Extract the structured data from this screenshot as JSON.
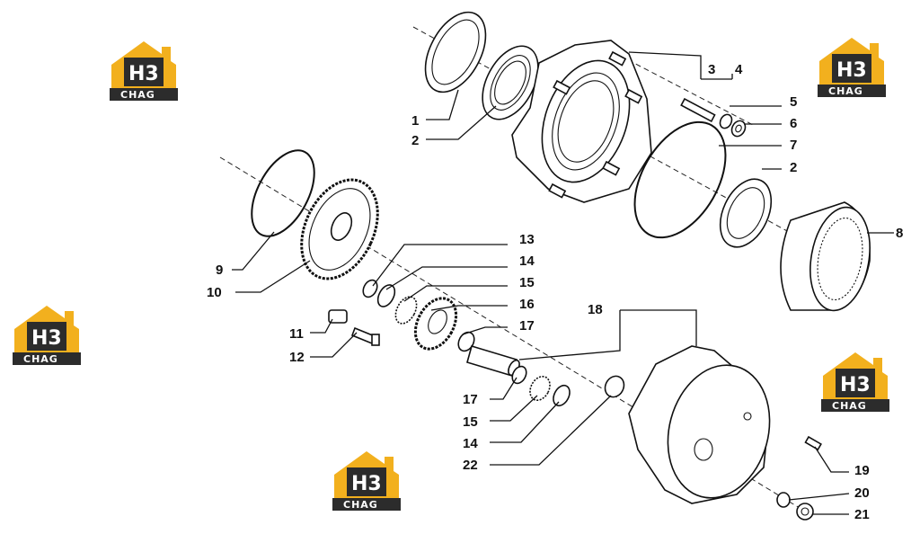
{
  "colors": {
    "logo_gold": "#f2b01e",
    "logo_dark": "#2c2c2c",
    "line": "#111111"
  },
  "logo": {
    "mark": "H3",
    "text": "CHAG"
  },
  "callouts": {
    "c1": "1",
    "c2a": "2",
    "c3": "3",
    "c4": "4",
    "c5": "5",
    "c6": "6",
    "c7": "7",
    "c2b": "2",
    "c8": "8",
    "c9": "9",
    "c10": "10",
    "c13": "13",
    "c14a": "14",
    "c15a": "15",
    "c16": "16",
    "c17a": "17",
    "c18": "18",
    "c11": "11",
    "c12": "12",
    "c17b": "17",
    "c15b": "15",
    "c14b": "14",
    "c22": "22",
    "c19": "19",
    "c20": "20",
    "c21": "21"
  }
}
